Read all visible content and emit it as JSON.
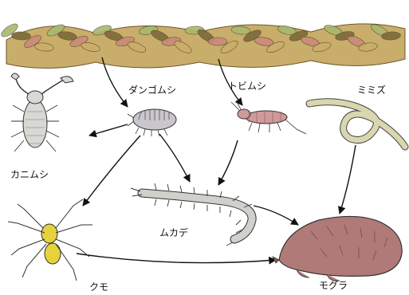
{
  "colors": {
    "leaf_tan": "#c9ad6a",
    "leaf_green": "#a8b870",
    "leaf_dark": "#7d6a3a",
    "leaf_pink": "#c98a7a",
    "arrow": "#111111",
    "isopod": "#c9c6cc",
    "springtail": "#cf9a9a",
    "earthworm": "#d9d6b0",
    "pseudoscorpion": "#d8d8d4",
    "centipede": "#d0d0cc",
    "spider": "#e6d23c",
    "mole": "#b07a78"
  },
  "nodes": [
    {
      "id": "isopod",
      "label": "ダンゴムシ",
      "icon": "pill-bug-icon"
    },
    {
      "id": "springtail",
      "label": "トビムシ",
      "icon": "springtail-icon"
    },
    {
      "id": "earthworm",
      "label": "ミミズ",
      "icon": "earthworm-icon"
    },
    {
      "id": "pseudoscorpion",
      "label": "カニムシ",
      "icon": "pseudoscorpion-icon"
    },
    {
      "id": "centipede",
      "label": "ムカデ",
      "icon": "centipede-icon"
    },
    {
      "id": "spider",
      "label": "クモ",
      "icon": "spider-icon"
    },
    {
      "id": "mole",
      "label": "モグラ",
      "icon": "mole-icon"
    }
  ],
  "edges": [
    {
      "from": "leaf-litter",
      "to": "isopod"
    },
    {
      "from": "leaf-litter",
      "to": "springtail"
    },
    {
      "from": "isopod",
      "to": "pseudoscorpion"
    },
    {
      "from": "isopod",
      "to": "spider"
    },
    {
      "from": "isopod",
      "to": "centipede"
    },
    {
      "from": "springtail",
      "to": "centipede"
    },
    {
      "from": "earthworm",
      "to": "mole"
    },
    {
      "from": "centipede",
      "to": "mole"
    },
    {
      "from": "spider",
      "to": "mole"
    }
  ]
}
